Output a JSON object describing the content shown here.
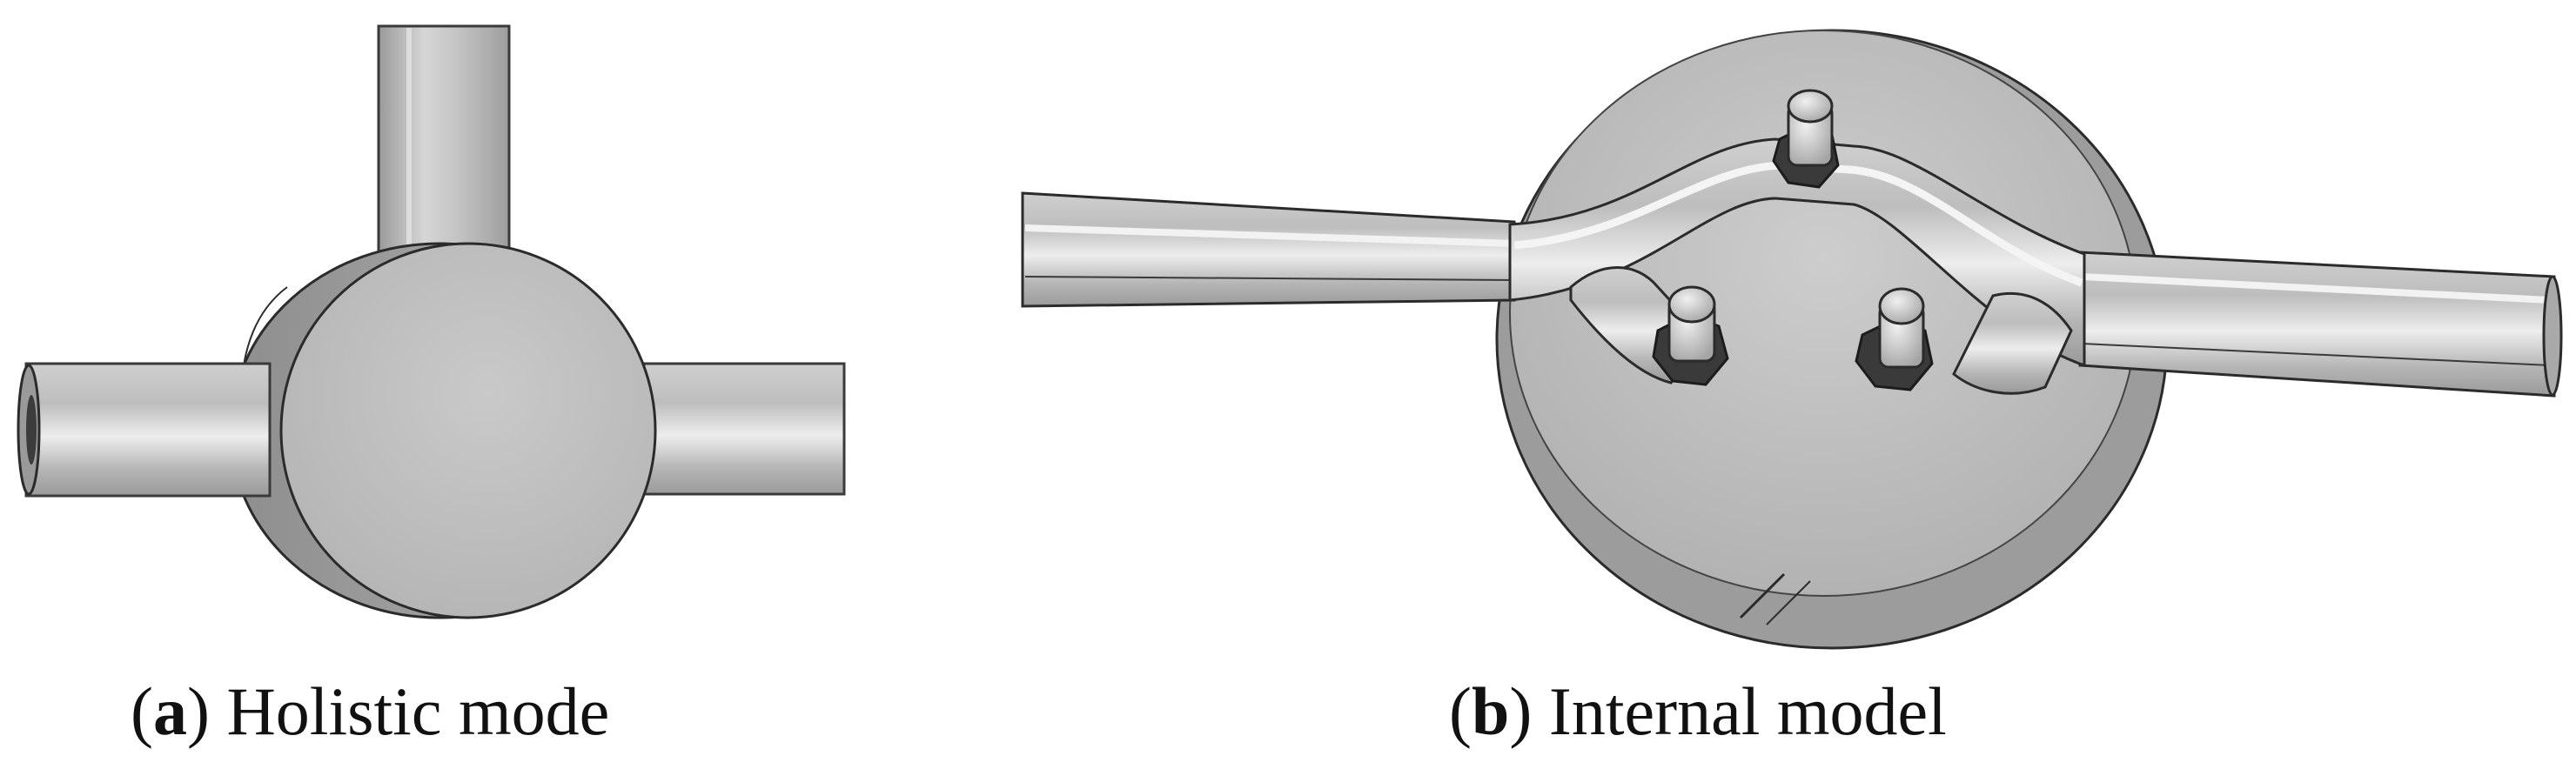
{
  "panels": [
    {
      "letter": "a",
      "text": "Holistic mode"
    },
    {
      "letter": "b",
      "text": "Internal model"
    }
  ],
  "colors": {
    "surface_light": "#e6e6e6",
    "surface_mid": "#bdbdbd",
    "surface_dark": "#8f8f8f",
    "edge": "#2b2b2b",
    "nut": "#3a3a3a"
  }
}
